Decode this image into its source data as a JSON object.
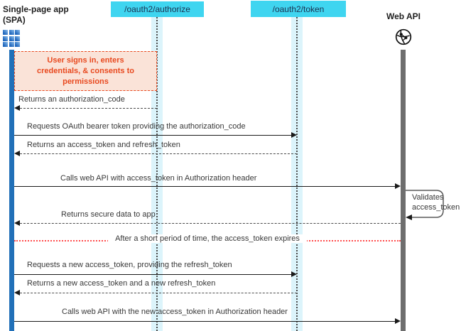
{
  "actors": {
    "spa": {
      "lines": [
        "Single-page app",
        "(SPA)"
      ],
      "icon": "app-grid-icon"
    },
    "authorize": {
      "label": "/oauth2/authorize"
    },
    "token": {
      "label": "/oauth2/token"
    },
    "web_api": {
      "label": "Web API",
      "icon": "globe-network-icon"
    }
  },
  "note": {
    "lines": [
      "User signs in, enters",
      "credentials, & consents to",
      "permissions"
    ]
  },
  "messages": [
    {
      "label": "Returns an authorization_code",
      "from": "/oauth2/authorize",
      "to": "SPA",
      "line": "dashed"
    },
    {
      "label": "Requests OAuth bearer token providing the authorization_code",
      "from": "SPA",
      "to": "/oauth2/token",
      "line": "solid"
    },
    {
      "label": "Returns an access_token and refresh_token",
      "from": "/oauth2/token",
      "to": "SPA",
      "line": "dashed"
    },
    {
      "label": "Calls web API with access_token in Authorization header",
      "from": "SPA",
      "to": "Web API",
      "line": "solid"
    },
    {
      "label": "Returns secure data to app",
      "from": "Web API",
      "to": "SPA",
      "line": "dashed"
    },
    {
      "label": "Requests a new access_token, providing the refresh_token",
      "from": "SPA",
      "to": "/oauth2/token",
      "line": "solid"
    },
    {
      "label": "Returns a new access_token and a new refresh_token",
      "from": "/oauth2/token",
      "to": "SPA",
      "line": "dashed"
    },
    {
      "label": "Calls web API with the new access_token in Authorization header",
      "from": "SPA",
      "to": "Web API",
      "line": "solid"
    }
  ],
  "self_message": {
    "target": "Web API",
    "lines": [
      "Validates",
      "access_token"
    ]
  },
  "divider": {
    "label": "After a short period of time, the access_token expires"
  },
  "colors": {
    "endpoint_bg": "#3fd5f0",
    "endpoint_text": "#1b3150",
    "spa_lifeline": "#2170b8",
    "webapi_lifeline": "#6e6e6e",
    "lifeline_band": "#dcf4fb",
    "note_border": "#e8491f",
    "note_bg": "#fae3d8",
    "note_text": "#e8491f",
    "divider_line": "#ff4d4d",
    "message_text": "#383838"
  }
}
